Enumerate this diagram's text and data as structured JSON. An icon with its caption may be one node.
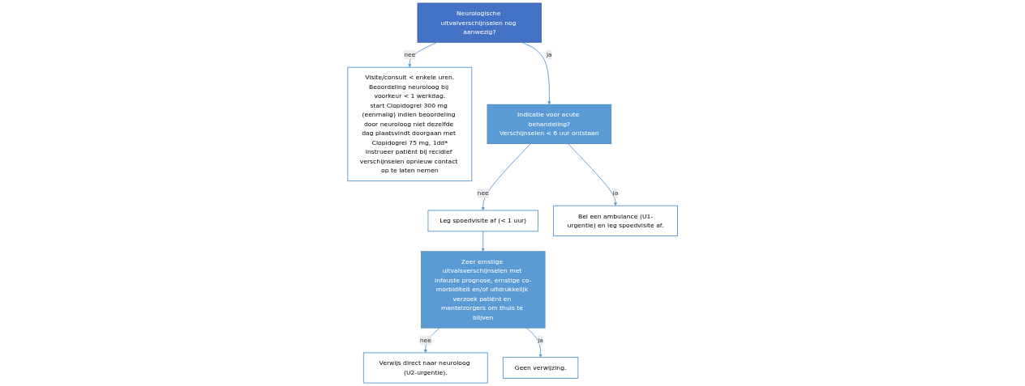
{
  "diagram": {
    "nodes": [
      {
        "text": [
          "Neurologische uitvalverschijnselen nog aanwezig?"
        ]
      },
      {
        "text": [
          "Visite/consult < enkele uren.",
          "Beoordeling neuroloog bij voorkeur < 1 werkdag.",
          "start Clopidogrel 300 mg (eenmalig) indien beoordeling door neuroloog niet dezelfde dag plaatsvindt doorgaan met Clopidogrel 75 mg, 1dd*",
          "Instrueer patiënt bij recidief verschijnselen opnieuw contact op te laten nemen"
        ]
      },
      {
        "text": [
          "Indicatie voor acute behandeling?",
          "Verschijnselen < 6 uur ontstaan"
        ]
      },
      {
        "text": [
          "Leg spoedvisite af (< 1 uur)"
        ]
      },
      {
        "text": [
          "Zeer ernstige uitvalsverschijnselen met infauste prognose, ernstige co-morbiditeit en/of uitdrukkelijk verzoek patiënt en mantelzorgers om thuis te blijven"
        ]
      },
      {
        "text": [
          "Bel een ambulance (U1-urgentie) en leg spoedvisite af."
        ]
      },
      {
        "text": [
          "Verwijs direct naar neuroloog (U2-urgentie)."
        ]
      },
      {
        "text": [
          "Geen verwijzing."
        ]
      }
    ],
    "edges": [
      {
        "from": 0,
        "to": 1,
        "arrow": "to",
        "label": "nee"
      },
      {
        "from": 0,
        "to": 2,
        "arrow": "to",
        "label": "ja"
      },
      {
        "from": 2,
        "to": 3,
        "arrow": "to",
        "label": "nee"
      },
      {
        "from": 2,
        "to": 5,
        "arrow": "to",
        "label": "ja"
      },
      {
        "from": 3,
        "to": 4,
        "arrow": "to"
      },
      {
        "from": 4,
        "to": 6,
        "arrow": "to",
        "label": "nee"
      },
      {
        "from": 4,
        "to": 7,
        "arrow": "to",
        "label": "ja"
      }
    ]
  }
}
